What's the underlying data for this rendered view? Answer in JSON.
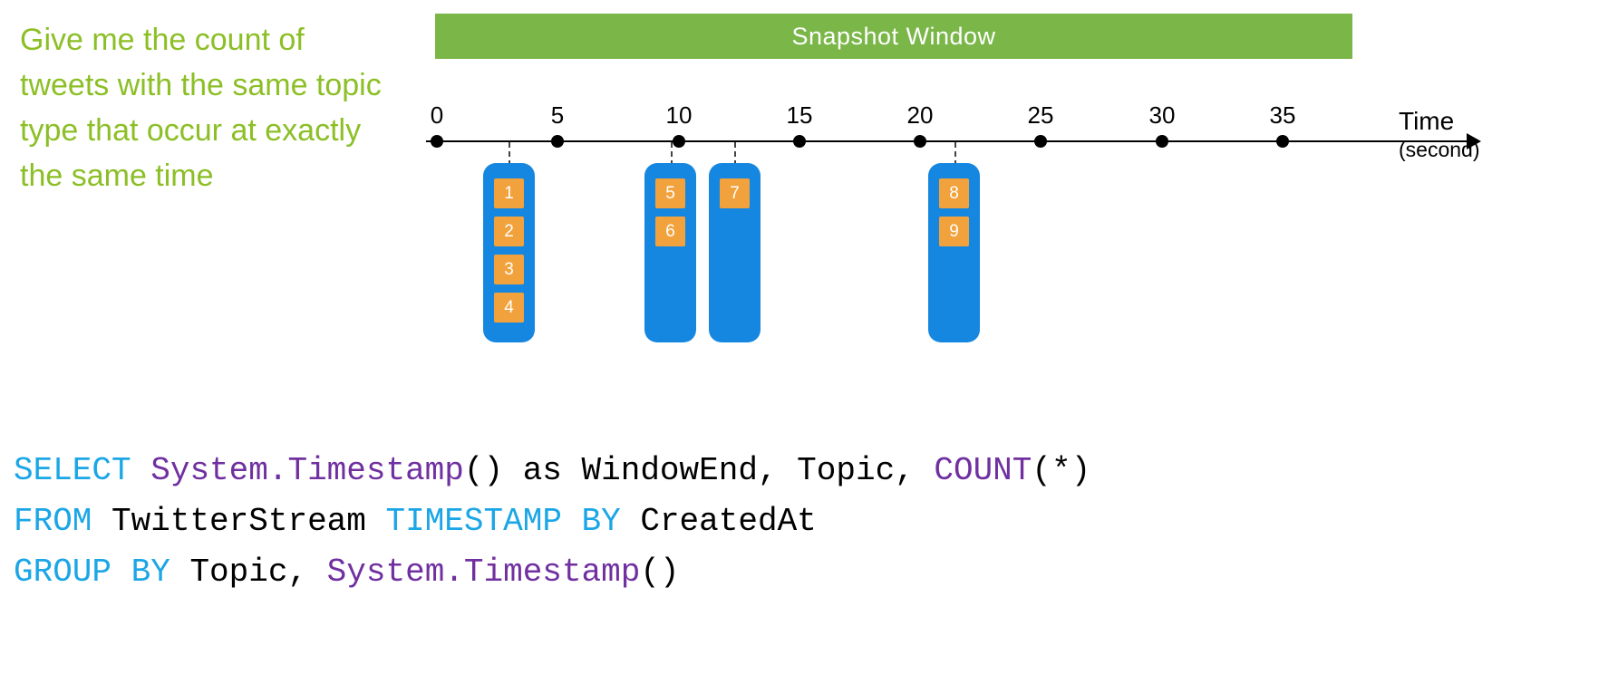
{
  "prompt": {
    "text": "Give me the count of tweets with the same topic type that occur at exactly the same time"
  },
  "banner": {
    "label": "Snapshot Window"
  },
  "timeline": {
    "axis_caption_line1": "Time",
    "axis_caption_line2": "(second)",
    "ticks": [
      {
        "label": "0"
      },
      {
        "label": "5"
      },
      {
        "label": "10"
      },
      {
        "label": "15"
      },
      {
        "label": "20"
      },
      {
        "label": "25"
      },
      {
        "label": "30"
      },
      {
        "label": "35"
      }
    ],
    "groups": [
      {
        "events": [
          "1",
          "2",
          "3",
          "4"
        ]
      },
      {
        "events": [
          "5",
          "6"
        ]
      },
      {
        "events": [
          "7"
        ]
      },
      {
        "events": [
          "8",
          "9"
        ]
      }
    ]
  },
  "colors": {
    "prompt_green": "#8cbf26",
    "banner_green": "#7ab648",
    "group_blue": "#1587e0",
    "event_orange": "#f2a23c",
    "code_keyword": "#1ba6e6",
    "code_function": "#7030a0"
  },
  "code": {
    "lines": [
      {
        "tokens": [
          {
            "text": "SELECT ",
            "role": "keyword"
          },
          {
            "text": "System.Timestamp",
            "role": "function"
          },
          {
            "text": "() as WindowEnd, Topic, ",
            "role": "plain"
          },
          {
            "text": "COUNT",
            "role": "function"
          },
          {
            "text": "(*)",
            "role": "plain"
          }
        ]
      },
      {
        "tokens": [
          {
            "text": "FROM ",
            "role": "keyword"
          },
          {
            "text": "TwitterStream ",
            "role": "plain"
          },
          {
            "text": "TIMESTAMP BY ",
            "role": "keyword"
          },
          {
            "text": "CreatedAt",
            "role": "plain"
          }
        ]
      },
      {
        "tokens": [
          {
            "text": "GROUP BY ",
            "role": "keyword"
          },
          {
            "text": "Topic, ",
            "role": "plain"
          },
          {
            "text": "System.Timestamp",
            "role": "function"
          },
          {
            "text": "()",
            "role": "plain"
          }
        ]
      }
    ]
  }
}
